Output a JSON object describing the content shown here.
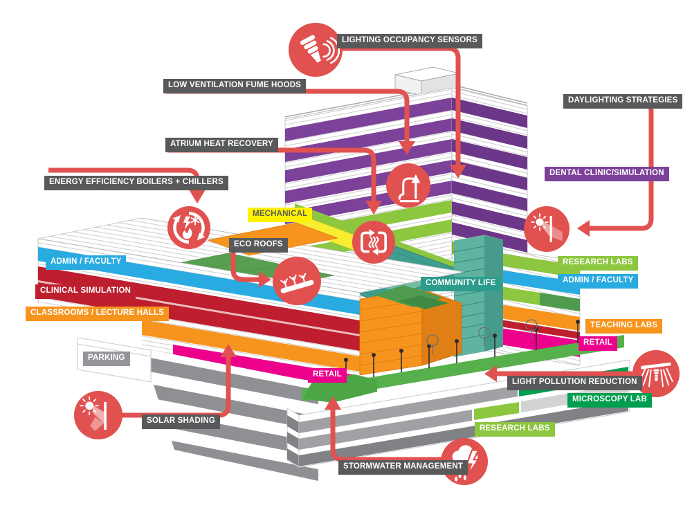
{
  "title": "Sustainable building features axonometric diagram",
  "palette": {
    "accent_red": "#E0514F",
    "callout_dark": "#58595B",
    "purple": "#7C4199",
    "green": "#8DC63F",
    "dark_green": "#009E4F",
    "eco_roof_green": "#57A04F",
    "cyan": "#29ABE2",
    "red": "#BE1E2D",
    "orange": "#F7941E",
    "magenta": "#EC008C",
    "yellow": "#FFF200",
    "teal": "#2E9C8C",
    "gray": "#939598"
  },
  "feature_callouts": {
    "lighting_occupancy_sensors": "LIGHTING OCCUPANCY SENSORS",
    "low_ventilation_fume_hoods": "LOW VENTILATION FUME HOODS",
    "atrium_heat_recovery": "ATRIUM HEAT RECOVERY",
    "energy_efficiency_boilers_chillers": "ENERGY EFFICIENCY BOILERS + CHILLERS",
    "daylighting_strategies": "DAYLIGHTING STRATEGIES",
    "eco_roofs": "ECO ROOFS",
    "solar_shading": "SOLAR SHADING",
    "stormwater_management": "STORMWATER MANAGEMENT",
    "light_pollution_reduction": "LIGHT POLLUTION REDUCTION"
  },
  "program_labels": {
    "mechanical": "MECHANICAL",
    "dental_clinic_simulation": "DENTAL CLINIC/SIMULATION",
    "admin_faculty_left": "ADMIN / FACULTY",
    "clinical_simulation": "CLINICAL SIMULATION",
    "classrooms_lecture_halls": "CLASSROOMS / LECTURE HALLS",
    "parking": "PARKING",
    "community_life": "COMMUNITY LIFE",
    "research_labs_right": "RESEARCH LABS",
    "admin_faculty_right": "ADMIN / FACULTY",
    "teaching_labs": "TEACHING LABS",
    "retail_right": "RETAIL",
    "retail_center": "RETAIL",
    "microscopy_lab": "MICROSCOPY LAB",
    "research_labs_bottom": "RESEARCH LABS"
  },
  "icons": {
    "lighting_occupancy_sensors": "cfl-bulb-signal-waves-icon",
    "low_ventilation_fume_hoods": "fume-hood-exhaust-arrow-icon",
    "atrium_heat_recovery": "air-cycle-heat-waves-icon",
    "energy_efficiency_boilers_chillers": "energy-cycle-bolt-snowflake-flame-icon",
    "eco_roofs": "plants-on-roof-icon",
    "daylighting_strategies": "sun-through-window-icon",
    "solar_shading": "sun-blocked-by-shade-icon",
    "light_pollution_reduction": "shielded-downlight-icon",
    "stormwater_management": "storm-cloud-rain-lightning-icon"
  }
}
